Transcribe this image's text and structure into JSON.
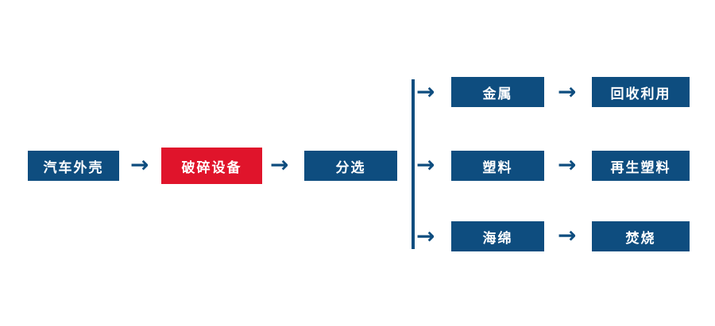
{
  "diagram": {
    "title_hint": "car-shell-recycling-flow",
    "arrow_glyph": "→",
    "colors": {
      "node_navy": "#0e4d7f",
      "node_red": "#e0142b",
      "text": "#ffffff",
      "background": "#ffffff"
    },
    "flow": {
      "start": {
        "label": "汽车外壳"
      },
      "crush": {
        "label": "破碎设备"
      },
      "sort": {
        "label": "分选"
      },
      "branches": [
        {
          "material": "金属",
          "result": "回收利用"
        },
        {
          "material": "塑料",
          "result": "再生塑料"
        },
        {
          "material": "海绵",
          "result": "焚烧"
        }
      ]
    }
  }
}
